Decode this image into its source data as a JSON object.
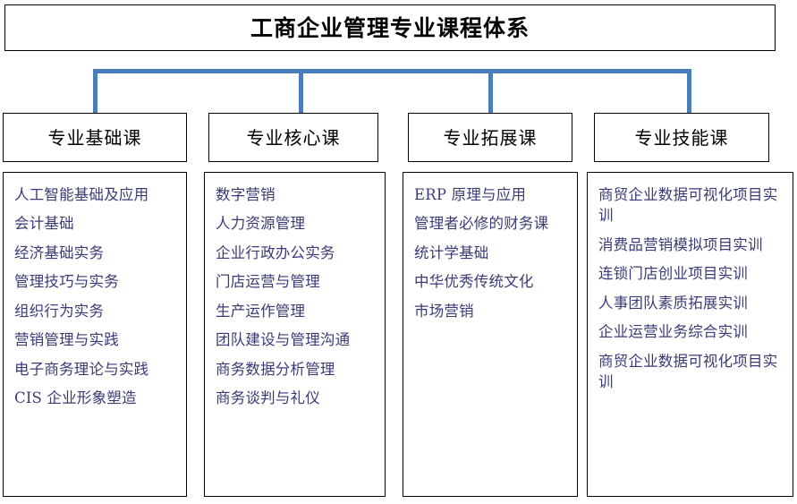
{
  "title": {
    "text": "工商企业管理专业课程体系"
  },
  "colors": {
    "connector": "#4a7ebb",
    "course_text": "#3b3b78",
    "border": "#000000",
    "background": "#ffffff"
  },
  "columns": [
    {
      "header": "专业基础课",
      "courses": [
        "人工智能基础及应用",
        "会计基础",
        "经济基础实务",
        "管理技巧与实务",
        "组织行为实务",
        "营销管理与实践",
        "电子商务理论与实践",
        "CIS 企业形象塑造"
      ]
    },
    {
      "header": "专业核心课",
      "courses": [
        "数字营销",
        "人力资源管理",
        "企业行政办公实务",
        "门店运营与管理",
        "生产运作管理",
        "团队建设与管理沟通",
        "商务数据分析管理",
        "商务谈判与礼仪"
      ]
    },
    {
      "header": "专业拓展课",
      "courses": [
        "ERP 原理与应用",
        "管理者必修的财务课",
        "统计学基础",
        "中华优秀传统文化",
        "市场营销"
      ]
    },
    {
      "header": "专业技能课",
      "courses": [
        "商贸企业数据可视化项目实训",
        "消费品营销模拟项目实训",
        "连锁门店创业项目实训",
        "人事团队素质拓展实训",
        "企业运营业务综合实训",
        "商贸企业数据可视化项目实训"
      ]
    }
  ]
}
